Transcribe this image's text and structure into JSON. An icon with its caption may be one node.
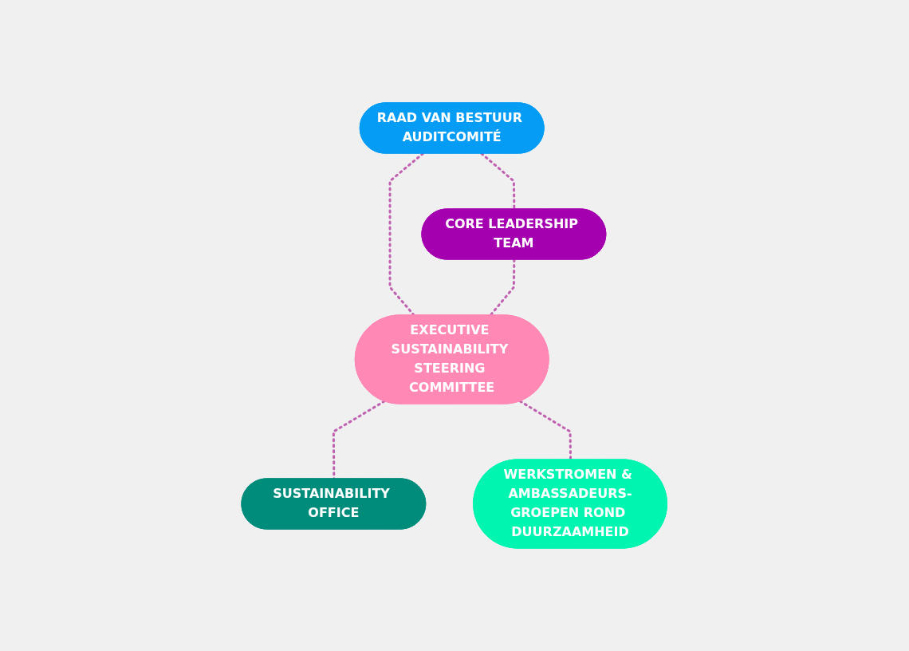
{
  "diagram": {
    "nodes": [
      {
        "text": [
          "RAAD VAN BESTUUR AUDITCOMITÉ"
        ]
      },
      {
        "text": [
          "CORE LEADERSHIP TEAM"
        ]
      },
      {
        "text": [
          "EXECUTIVE SUSTAINABILITY STEERING COMMITTEE"
        ]
      },
      {
        "text": [
          "SUSTAINABILITY OFFICE"
        ]
      },
      {
        "text": [
          "WERKSTROMEN & AMBASSADEURS-GROEPEN ROND DUURZAAMHEID"
        ]
      }
    ],
    "edges": [
      {
        "from": 0,
        "to": 1,
        "arrow": "none",
        "style": "dashed"
      },
      {
        "from": 0,
        "to": 2,
        "arrow": "none",
        "style": "dashed"
      },
      {
        "from": 1,
        "to": 2,
        "arrow": "none",
        "style": "dashed"
      },
      {
        "from": 2,
        "to": 3,
        "arrow": "none",
        "style": "dashed"
      },
      {
        "from": 2,
        "to": 4,
        "arrow": "none",
        "style": "dashed"
      }
    ]
  }
}
